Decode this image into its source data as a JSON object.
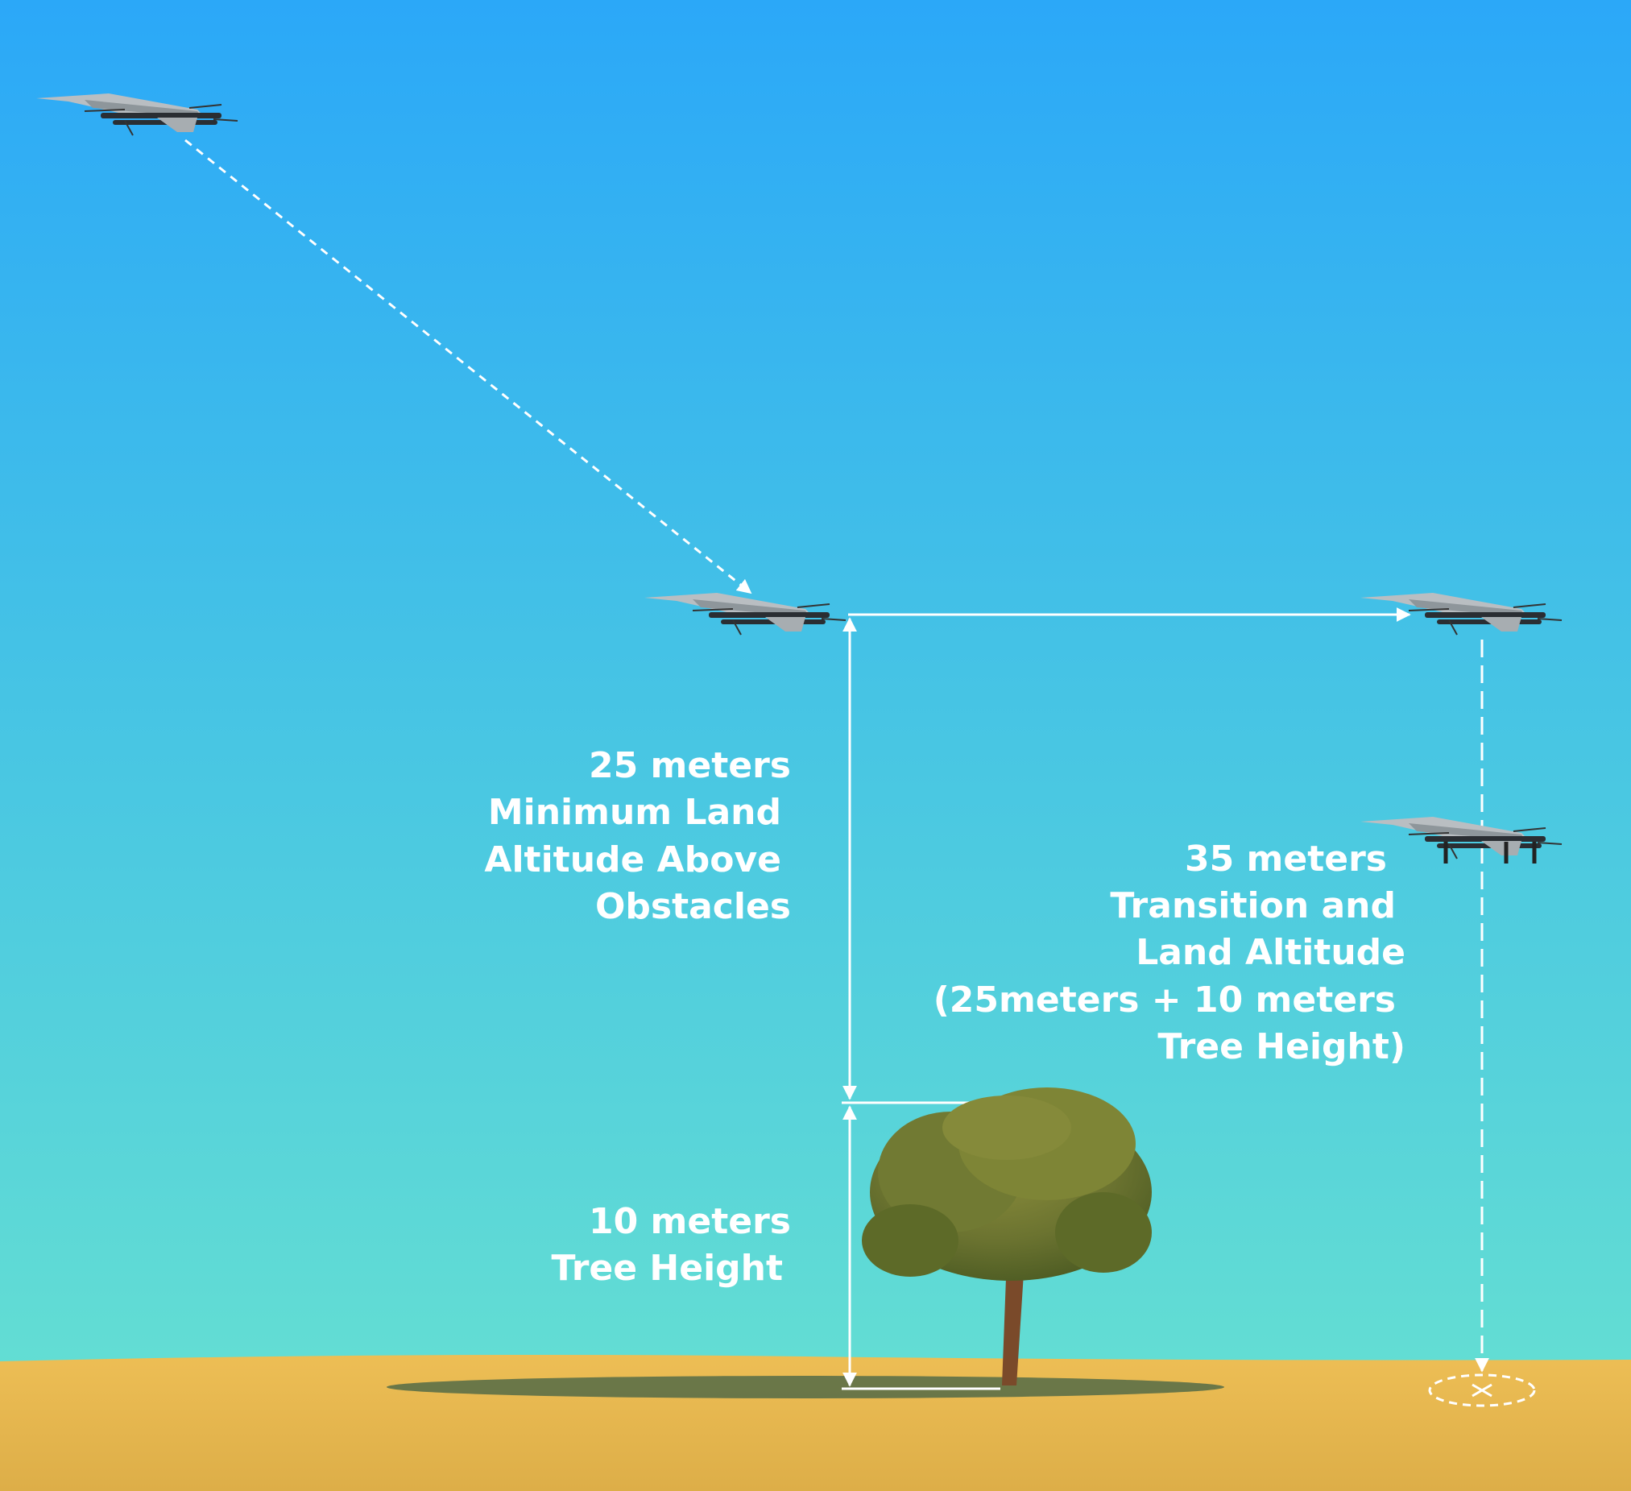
{
  "labels": {
    "min_altitude": [
      "25 meters",
      "Minimum  Land",
      "Altitude Above",
      "Obstacles"
    ],
    "transition_altitude": [
      "35 meters",
      "Transition and",
      "Land Altitude",
      "(25meters + 10 meters",
      "Tree Height)"
    ],
    "tree_height": [
      "10 meters",
      "Tree Height"
    ]
  },
  "colors": {
    "sky_top": "#2BA8F8",
    "sky_bottom": "#68E2D0",
    "ground": "#E6B650",
    "line": "#FFFFFF"
  },
  "icons": [
    "drone-cruise-icon",
    "drone-vtol-icon",
    "tree-icon",
    "landing-target-icon"
  ]
}
